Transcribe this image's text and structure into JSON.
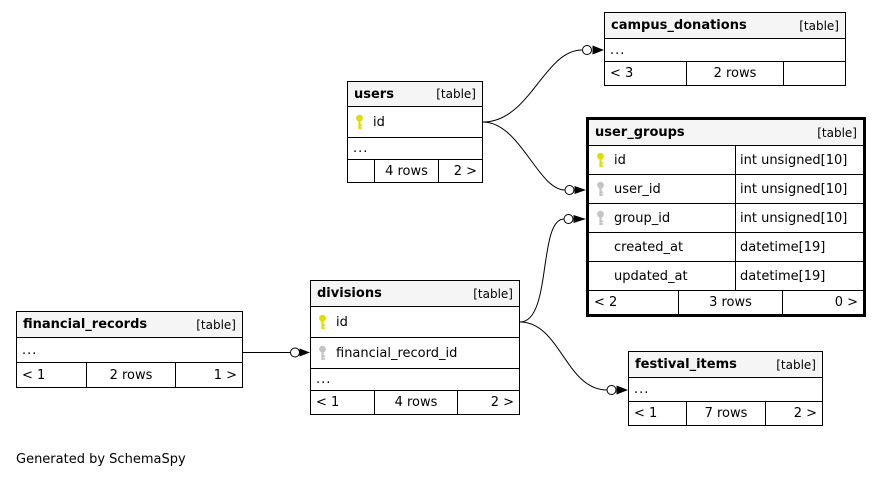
{
  "credit": "Generated by SchemaSpy",
  "colors": {
    "primary_key_icon": "#dede00",
    "foreign_key_icon": "#c4c4c4",
    "header_bg": "#f5f5f5",
    "border": "#000000"
  },
  "icons": {
    "primary_key": "key-icon",
    "foreign_key": "key-icon-gray"
  },
  "tables": {
    "campus_donations": {
      "name": "campus_donations",
      "tag": "[table]",
      "ellipsis": "...",
      "footer": {
        "left": "< 3",
        "center": "2 rows",
        "right": ""
      }
    },
    "users": {
      "name": "users",
      "tag": "[table]",
      "columns": [
        {
          "name": "id",
          "key": "pk"
        }
      ],
      "ellipsis": "...",
      "footer": {
        "left": "",
        "center": "4 rows",
        "right": "2 >"
      }
    },
    "user_groups": {
      "name": "user_groups",
      "tag": "[table]",
      "columns": [
        {
          "name": "id",
          "key": "pk",
          "type": "int unsigned[10]"
        },
        {
          "name": "user_id",
          "key": "fk",
          "type": "int unsigned[10]"
        },
        {
          "name": "group_id",
          "key": "fk",
          "type": "int unsigned[10]"
        },
        {
          "name": "created_at",
          "key": "",
          "type": "datetime[19]"
        },
        {
          "name": "updated_at",
          "key": "",
          "type": "datetime[19]"
        }
      ],
      "footer": {
        "left": "< 2",
        "center": "3 rows",
        "right": "0 >"
      }
    },
    "financial_records": {
      "name": "financial_records",
      "tag": "[table]",
      "ellipsis": "...",
      "footer": {
        "left": "< 1",
        "center": "2 rows",
        "right": "1 >"
      }
    },
    "divisions": {
      "name": "divisions",
      "tag": "[table]",
      "columns": [
        {
          "name": "id",
          "key": "pk"
        },
        {
          "name": "financial_record_id",
          "key": "fk"
        }
      ],
      "ellipsis": "...",
      "footer": {
        "left": "< 1",
        "center": "4 rows",
        "right": "2 >"
      }
    },
    "festival_items": {
      "name": "festival_items",
      "tag": "[table]",
      "ellipsis": "...",
      "footer": {
        "left": "< 1",
        "center": "7 rows",
        "right": "2 >"
      }
    }
  },
  "relationships": [
    {
      "from": "users.id",
      "to": "campus_donations"
    },
    {
      "from": "users.id",
      "to": "user_groups.user_id"
    },
    {
      "from": "divisions.id",
      "to": "user_groups.group_id"
    },
    {
      "from": "divisions.id",
      "to": "festival_items"
    },
    {
      "from": "financial_records",
      "to": "divisions.financial_record_id"
    }
  ]
}
